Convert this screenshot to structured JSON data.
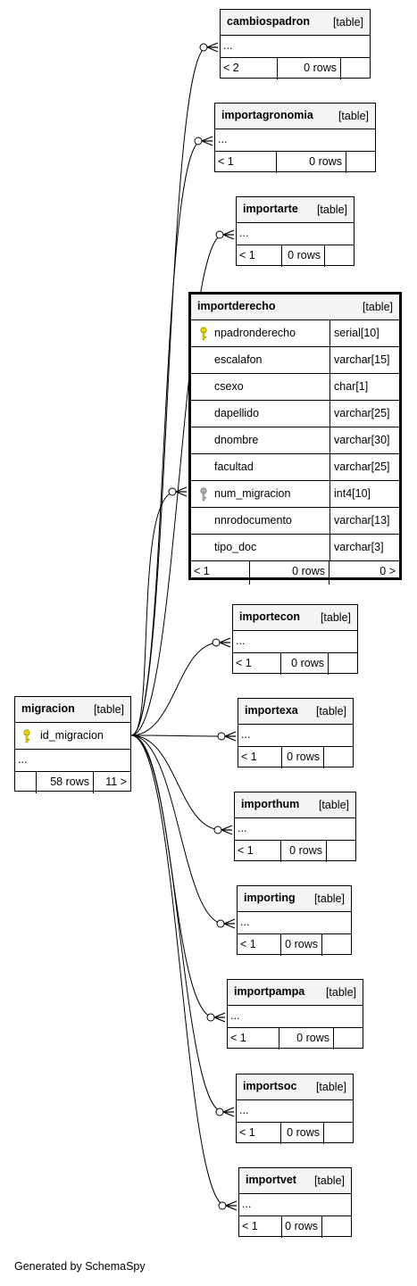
{
  "focus_table": {
    "name": "importderecho",
    "kind": "[table]",
    "columns": [
      {
        "name": "npadronderecho",
        "type": "serial[10]",
        "key": "primary"
      },
      {
        "name": "escalafon",
        "type": "varchar[15]",
        "key": ""
      },
      {
        "name": "csexo",
        "type": "char[1]",
        "key": ""
      },
      {
        "name": "dapellido",
        "type": "varchar[25]",
        "key": ""
      },
      {
        "name": "dnombre",
        "type": "varchar[30]",
        "key": ""
      },
      {
        "name": "facultad",
        "type": "varchar[25]",
        "key": ""
      },
      {
        "name": "num_migracion",
        "type": "int4[10]",
        "key": "foreign"
      },
      {
        "name": "nnrodocumento",
        "type": "varchar[13]",
        "key": ""
      },
      {
        "name": "tipo_doc",
        "type": "varchar[3]",
        "key": ""
      }
    ],
    "footer": {
      "parents": "< 1",
      "rows": "0 rows",
      "children": "0 >"
    }
  },
  "parent_table": {
    "name": "migracion",
    "kind": "[table]",
    "column": {
      "name": "id_migracion",
      "key": "primary"
    },
    "ellipsis": "...",
    "footer": {
      "rows": "58 rows",
      "children": "11 >"
    }
  },
  "child_tables": [
    {
      "name": "cambiospadron",
      "kind": "[table]",
      "ellipsis": "...",
      "parents": "< 2",
      "rows": "0 rows"
    },
    {
      "name": "importagronomia",
      "kind": "[table]",
      "ellipsis": "...",
      "parents": "< 1",
      "rows": "0 rows"
    },
    {
      "name": "importarte",
      "kind": "[table]",
      "ellipsis": "...",
      "parents": "< 1",
      "rows": "0 rows"
    },
    {
      "name": "importecon",
      "kind": "[table]",
      "ellipsis": "...",
      "parents": "< 1",
      "rows": "0 rows"
    },
    {
      "name": "importexa",
      "kind": "[table]",
      "ellipsis": "...",
      "parents": "< 1",
      "rows": "0 rows"
    },
    {
      "name": "importhum",
      "kind": "[table]",
      "ellipsis": "...",
      "parents": "< 1",
      "rows": "0 rows"
    },
    {
      "name": "importing",
      "kind": "[table]",
      "ellipsis": "...",
      "parents": "< 1",
      "rows": "0 rows"
    },
    {
      "name": "importpampa",
      "kind": "[table]",
      "ellipsis": "...",
      "parents": "< 1",
      "rows": "0 rows"
    },
    {
      "name": "importsoc",
      "kind": "[table]",
      "ellipsis": "...",
      "parents": "< 1",
      "rows": "0 rows"
    },
    {
      "name": "importvet",
      "kind": "[table]",
      "ellipsis": "...",
      "parents": "< 1",
      "rows": "0 rows"
    }
  ],
  "colors": {
    "line": "#000000",
    "header_bg": "#f4f4f4",
    "primary_key": "#e8d800",
    "foreign_key": "#b0b0b0"
  },
  "footer_note": "Generated by SchemaSpy"
}
